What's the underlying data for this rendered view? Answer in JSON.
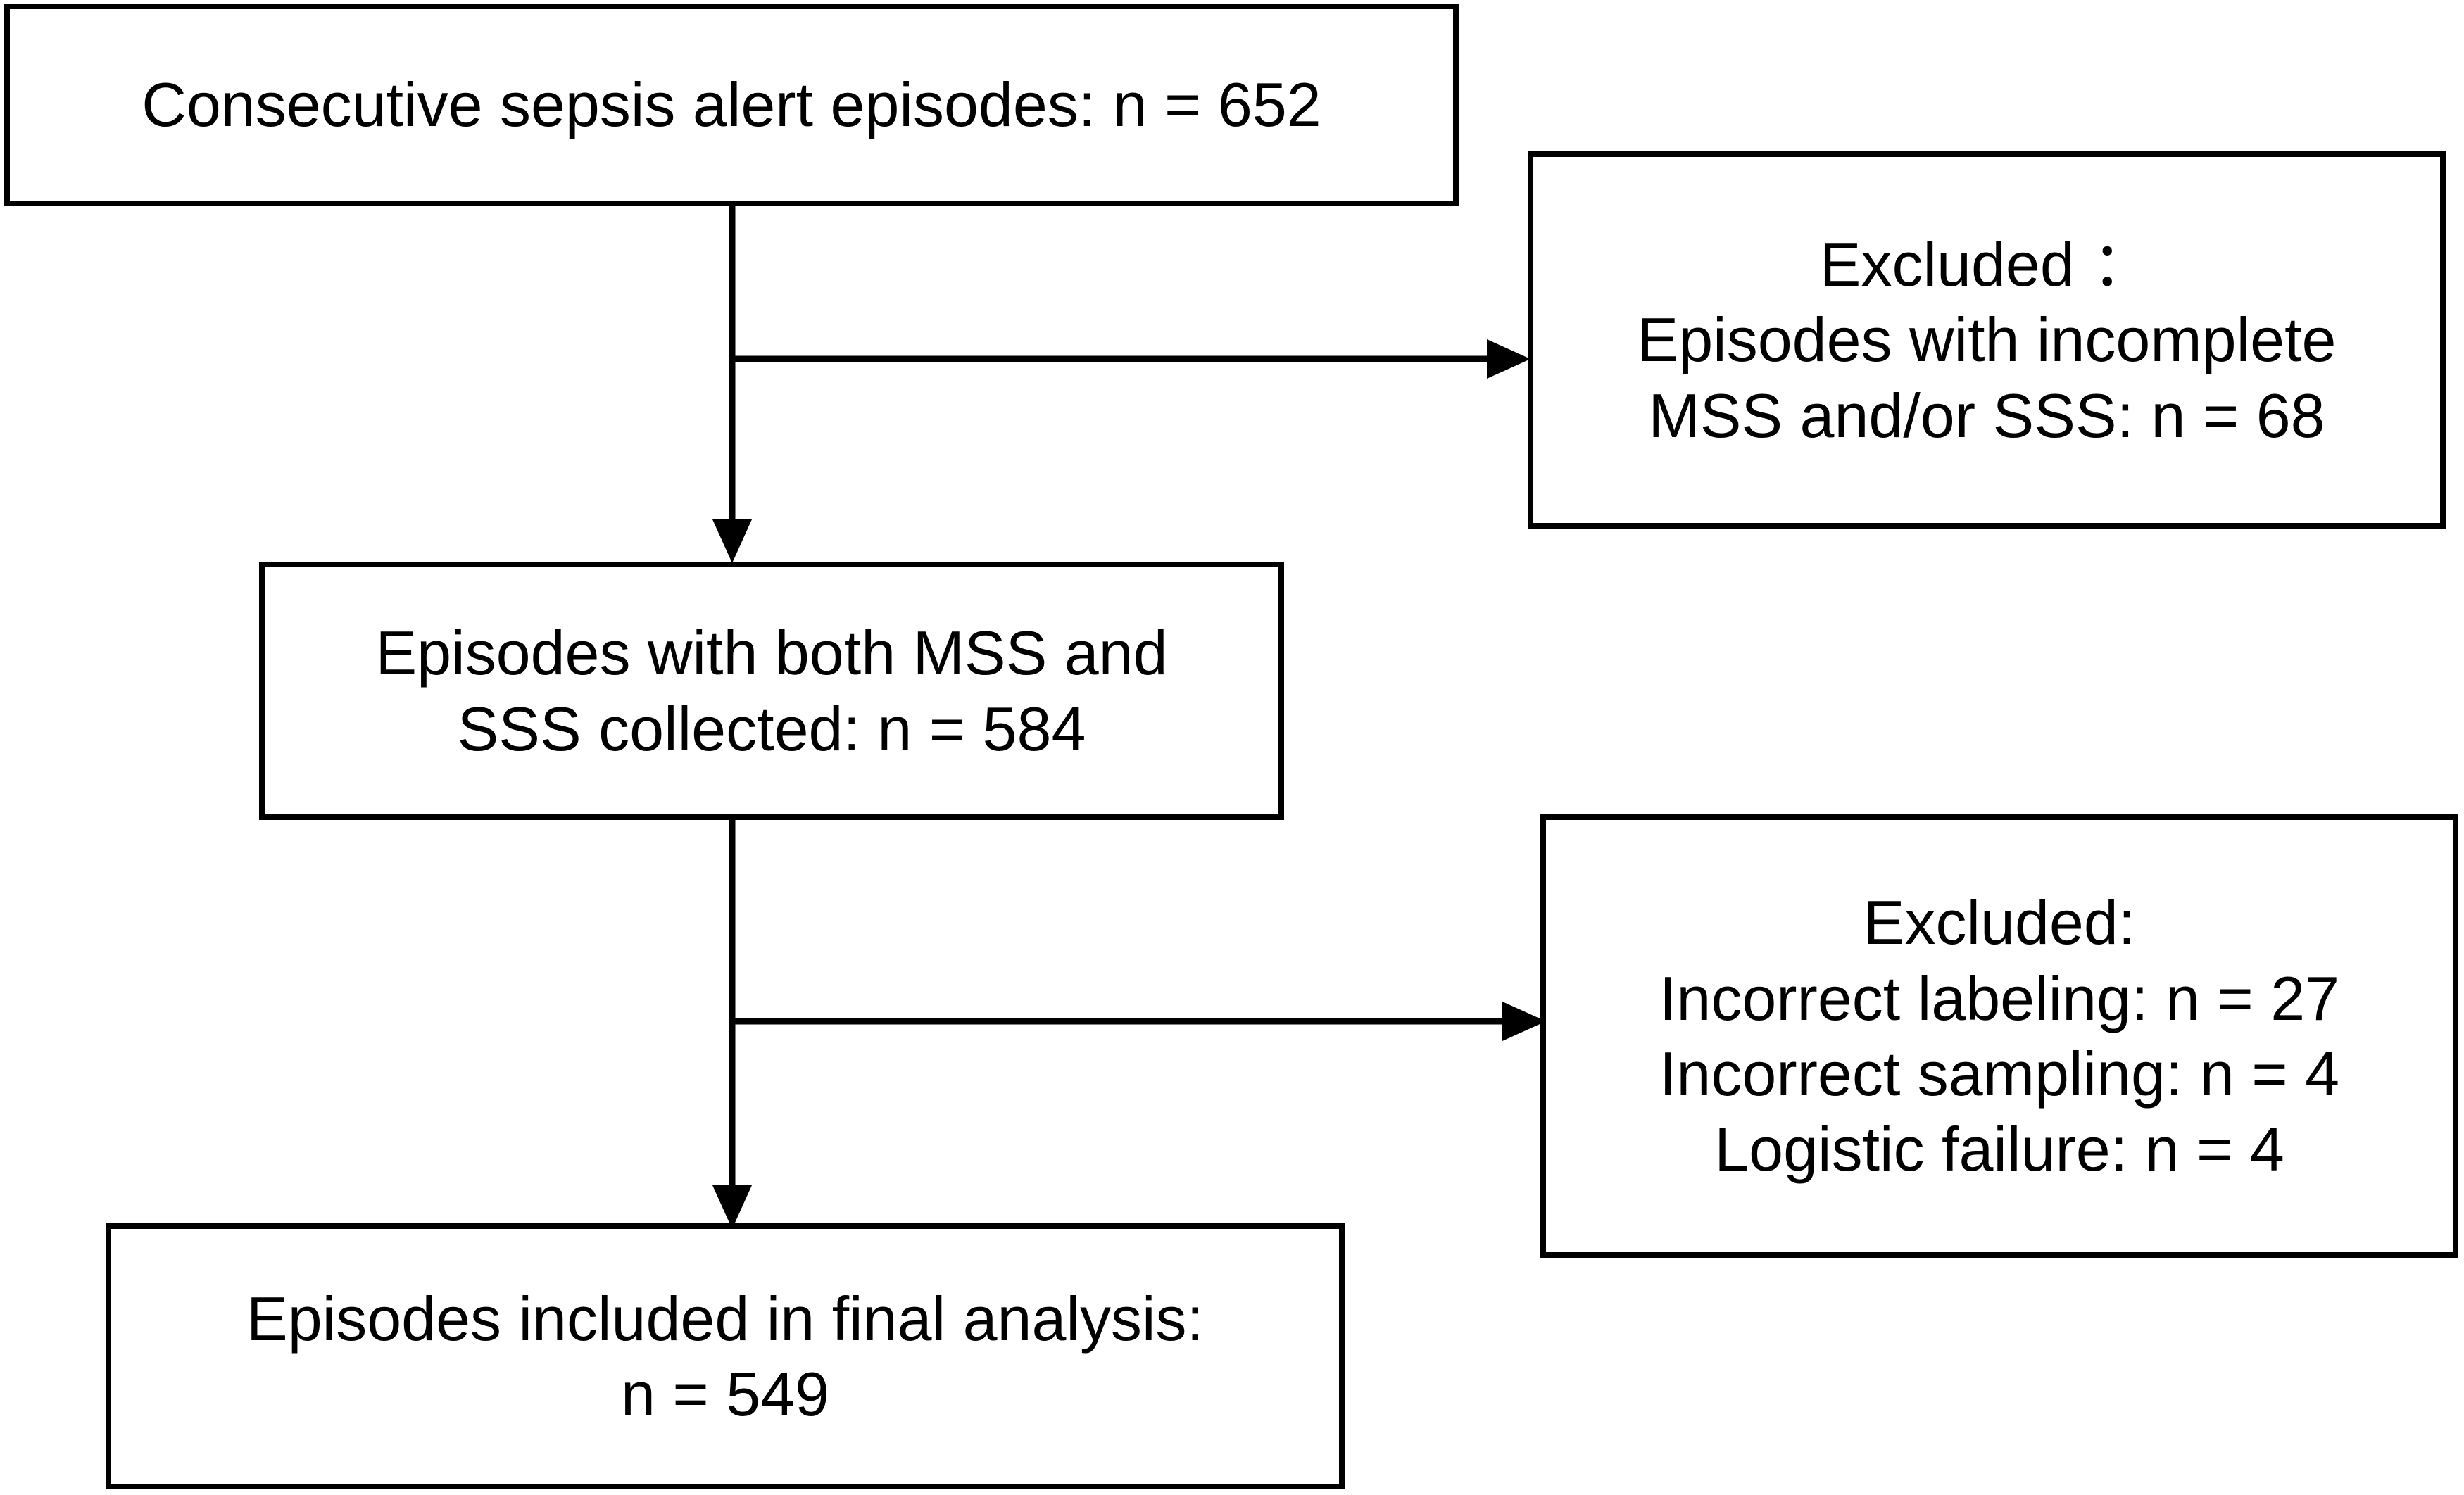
{
  "flowchart": {
    "start": {
      "lines": [
        "Consecutive sepsis alert episodes: n = 652"
      ]
    },
    "exclusion_1": {
      "lines": [
        "Excluded ：",
        "Episodes with incomplete",
        "MSS and/or SSS: n = 68"
      ]
    },
    "middle": {
      "lines": [
        "Episodes with both MSS and",
        "SSS collected: n = 584"
      ]
    },
    "exclusion_2": {
      "lines": [
        "Excluded:",
        "Incorrect labeling: n = 27",
        "Incorrect sampling: n = 4",
        "Logistic failure: n = 4"
      ]
    },
    "final": {
      "lines": [
        "Episodes included in final analysis:",
        "n = 549"
      ]
    }
  }
}
